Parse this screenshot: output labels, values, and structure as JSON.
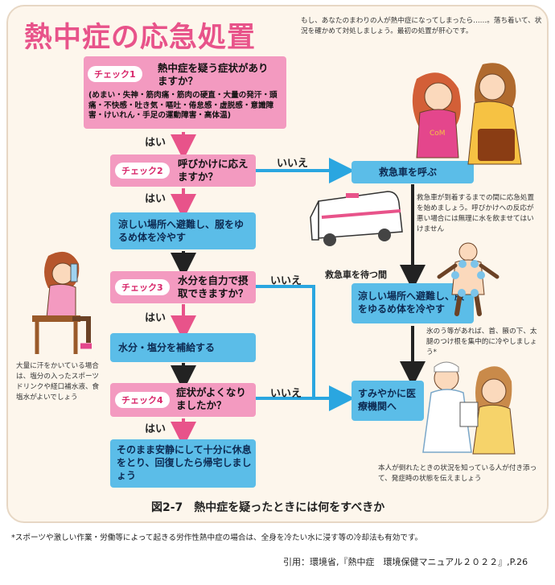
{
  "title": "熱中症の応急処置",
  "intro": "もし、あなたのまわりの人が熱中症になってしまったら……。落ち着いて、状況を確かめて対処しましょう。最初の処置が肝心です。",
  "check1": {
    "badge": "チェック1",
    "question": "熱中症を疑う症状がありますか？",
    "symptoms": "(めまい・失神・筋肉痛・筋肉の硬直・大量の発汗・頭痛・不快感・吐き気・嘔吐・倦怠感・虚脱感・意識障害・けいれん・手足の運動障害・高体温)"
  },
  "check2": {
    "badge": "チェック2",
    "question": "呼びかけに応えますか？"
  },
  "check3": {
    "badge": "チェック3",
    "question": "水分を自力で摂取できますか？"
  },
  "check4": {
    "badge": "チェック4",
    "question": "症状がよくなりましたか？"
  },
  "labels": {
    "yes": "はい",
    "no": "いいえ",
    "wait": "救急車を待つ間"
  },
  "actions": {
    "cool": "涼しい場所へ避難し、服をゆるめ体を冷やす",
    "hydrate": "水分・塩分を補給する",
    "rest": "そのまま安静にして十分に休息をとり、回復したら帰宅しましょう",
    "call": "救急車を呼ぶ",
    "cool_right": "涼しい場所へ避難し、服をゆるめ体を冷やす",
    "hospital": "すみやかに医療機関へ"
  },
  "notes": {
    "ambulance": "救急車が到着するまでの間に応急処置を始めましょう。呼びかけへの反応が悪い場合には無理に水を飲ませてはいけません",
    "ice": "氷のう等があれば、首、腋の下、太腿のつけ根を集中的に冷やしましょう",
    "ice_mark": "*",
    "sweat": "大量に汗をかいている場合は、塩分の入ったスポーツドリンクや経口補水液、食塩水がよいでしょう",
    "witness": "本人が倒れたときの状況を知っている人が付き添って、発症時の状態を伝えましょう",
    "shirt": "CoM"
  },
  "caption": "図2-7　熱中症を疑ったときには何をすべきか",
  "footnote": "*スポーツや激しい作業・労働等によって起きる労作性熱中症の場合は、全身を冷たい水に浸す等の冷却法も有効です。",
  "citation": "引用：環境省,『熱中症　環境保健マニュアル２０２２』,P.26",
  "colors": {
    "pink": "#f39ac0",
    "magenta": "#e8538a",
    "blue": "#5bbde8",
    "arrow_blue": "#2aa6e0",
    "dark": "#222222"
  }
}
